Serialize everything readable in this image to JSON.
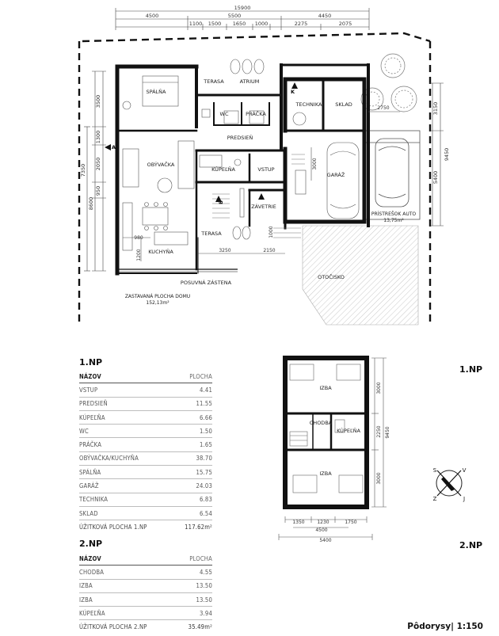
{
  "ground_floor": {
    "top_dims": {
      "overall": "15900",
      "left": "4500",
      "middle": "5500",
      "right": "4450",
      "sub": [
        "1100",
        "1500",
        "1650",
        "1000",
        "2275",
        "2075"
      ]
    },
    "side_dims_left": [
      "3500",
      "1300",
      "2050",
      "950",
      "8600",
      "7350"
    ],
    "side_dims_right": [
      "3150",
      "5400",
      "9450"
    ],
    "inner_dims": [
      "2750",
      "3000",
      "980",
      "1200",
      "3250",
      "2150",
      "1000"
    ],
    "rooms": {
      "spalna": "SPÁLŇA",
      "terasa_top": "TERASA",
      "atrium": "ATRIUM",
      "technika": "TECHNIKA",
      "sklad": "SKLAD",
      "wc": "WC",
      "pracka": "PRÁČKA",
      "predsien": "PREDSIEŇ",
      "obyvacka": "OBÝVAČKA",
      "kupelna": "KÚPEĽŇA",
      "vstup": "VSTUP",
      "garaz": "GARÁŽ",
      "zavetrie": "ZÁVETRIE",
      "kuchyna": "KUCHYŇA",
      "terasa_bottom": "TERASA",
      "pristresok": "PRÍSTREŠOK AUTO",
      "pristresok_area": "13,75m²",
      "otocisko": "OTOČISKO",
      "posuvna": "POSUVNÁ ZÁSTENA",
      "zastavana": "ZASTAVANÁ PLOCHA DOMU",
      "zastavana_area": "152,13m²"
    },
    "marks": {
      "a": "A",
      "b": "B",
      "k": "K"
    }
  },
  "first_floor_plan": {
    "rooms": {
      "izba_top": "IZBA",
      "chodba": "CHODBA",
      "kupelna": "KÚPEĽŇA",
      "izba_bottom": "IZBA"
    },
    "side_dims": [
      "3000",
      "2250",
      "3000",
      "9450"
    ],
    "bottom_dims": [
      "1350",
      "1230",
      "1750",
      "4500",
      "5400"
    ]
  },
  "labels": {
    "np1": "1.NP",
    "np2": "2.NP"
  },
  "compass": {
    "s": "S",
    "j": "J",
    "v": "V",
    "z": "Z"
  },
  "table1": {
    "title": "1.NP",
    "header": {
      "name": "NÁZOV",
      "value": "PLOCHA"
    },
    "rows": [
      {
        "name": "VSTUP",
        "value": "4.41"
      },
      {
        "name": "PREDSIEŇ",
        "value": "11.55"
      },
      {
        "name": "KÚPEĽŇA",
        "value": "6.66"
      },
      {
        "name": "WC",
        "value": "1.50"
      },
      {
        "name": "PRÁČKA",
        "value": "1.65"
      },
      {
        "name": "OBÝVAČKA/KUCHYŇA",
        "value": "38.70"
      },
      {
        "name": "SPÁLŇA",
        "value": "15.75"
      },
      {
        "name": "GARÁŽ",
        "value": "24.03"
      },
      {
        "name": "TECHNIKA",
        "value": "6.83"
      },
      {
        "name": "SKLAD",
        "value": "6.54"
      }
    ],
    "total": {
      "name": "ÚŽITKOVÁ PLOCHA 1.NP",
      "value": "117.62m²"
    }
  },
  "table2": {
    "title": "2.NP",
    "header": {
      "name": "NÁZOV",
      "value": "PLOCHA"
    },
    "rows": [
      {
        "name": "CHODBA",
        "value": "4.55"
      },
      {
        "name": "IZBA",
        "value": "13.50"
      },
      {
        "name": "IZBA",
        "value": "13.50"
      },
      {
        "name": "KÚPEĽŇA",
        "value": "3.94"
      }
    ],
    "total": {
      "name": "ÚŽITKOVÁ PLOCHA 2.NP",
      "value": "35.49m²"
    }
  },
  "footer": {
    "title": "Pôdorysy",
    "separator": "|",
    "scale": "1:150"
  }
}
